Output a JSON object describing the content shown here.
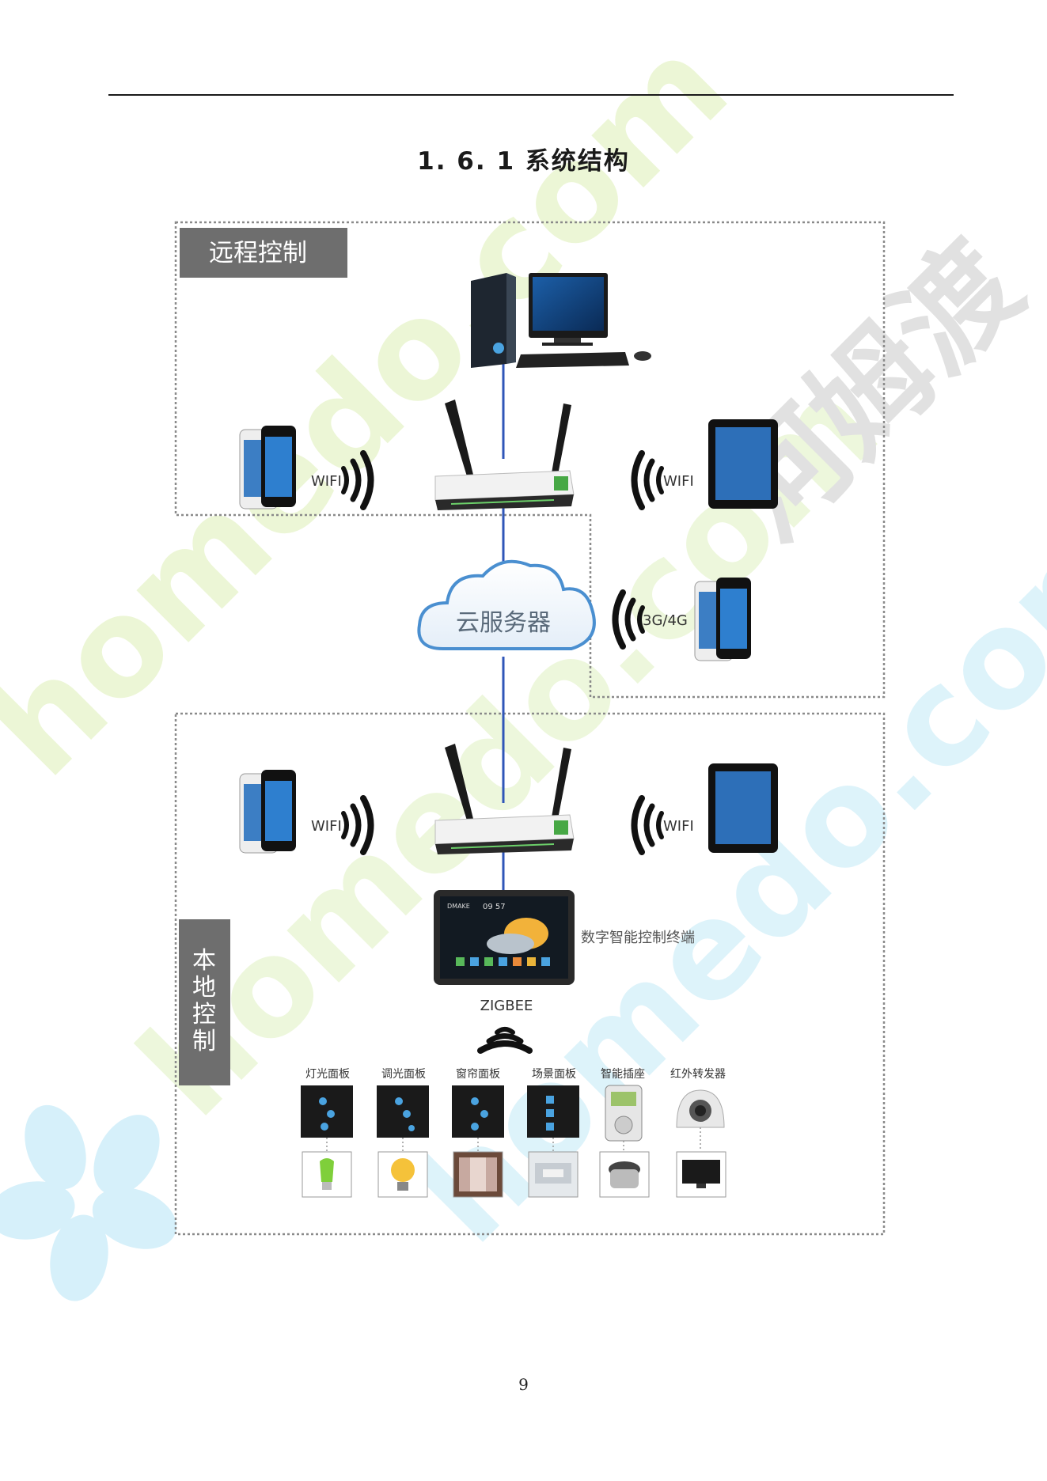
{
  "section_title": "1. 6. 1 系统结构",
  "page_number": "9",
  "remote_label": "远程控制",
  "local_label": "本地控制",
  "cloud_label": "云服务器",
  "wifi_label": "WIFI",
  "mobile_label": "3G/4G",
  "terminal_label": "数字智能控制终端",
  "terminal_screen_brand": "DMAKE",
  "terminal_screen_time": "09 57",
  "zigbee_label": "ZIGBEE",
  "devices": [
    {
      "label": "灯光面板"
    },
    {
      "label": "调光面板"
    },
    {
      "label": "窗帘面板"
    },
    {
      "label": "场景面板"
    },
    {
      "label": "智能插座"
    },
    {
      "label": "红外转发器"
    }
  ],
  "watermark_text": "homedo.com",
  "watermark_cn": "河姆渡",
  "colors": {
    "label_bg": "#6e6e6e",
    "link_line": "#2f56b8",
    "dotted_border": "#8a8a8a",
    "wifi_wave": "#111111",
    "watermark_green": "#e9f5cf",
    "watermark_blue": "#d8f1fa",
    "watermark_gray": "#dcdcdc"
  }
}
